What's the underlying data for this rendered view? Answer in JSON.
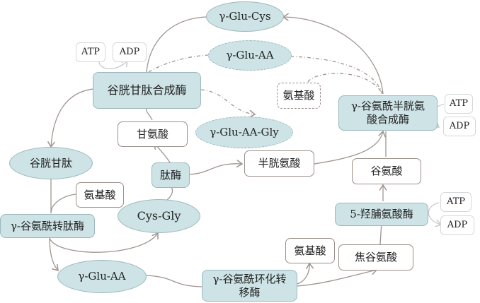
{
  "nodes": {
    "gamma_glu_cys": "γ-Glu-Cys",
    "gamma_glu_aa_top": "γ-Glu-AA",
    "atp_1": "ATP",
    "adp_1": "ADP",
    "glutathione_synthetase": "谷胱甘肽合成酶",
    "amino_acid_dashed": "氨基酸",
    "gamma_gcs": "γ-谷氨酰半胱氨酸合成酶",
    "atp_2": "ATP",
    "adp_2": "ADP",
    "glycine": "甘氨酸",
    "gamma_glu_aa_gly": "γ-Glu-AA-Gly",
    "glutathione": "谷胱甘肽",
    "peptidase": "肽酶",
    "cysteine": "半胱氨酸",
    "glutamate": "谷氨酸",
    "amino_acid_left": "氨基酸",
    "cys_gly": "Cys-Gly",
    "ggt": "γ-谷氨酰转肽酶",
    "oxoprolinase": "5-羟脯氨酸酶",
    "atp_3": "ATP",
    "adp_3": "ADP",
    "amino_acid_bottom": "氨基酸",
    "pyroglutamate": "焦谷氨酸",
    "gamma_glu_aa_bottom": "γ-Glu-AA",
    "ggct": "γ-谷氨酰环化转移酶"
  },
  "gamma_gcs_lines": [
    "γ-谷氨酰半胱氨",
    "酸合成酶"
  ],
  "ggct_lines": [
    "γ-谷氨酰环化转",
    "移酶"
  ],
  "colors": {
    "enzyme_fill": "#cde3e6",
    "enzyme_border": "#9bb8bd",
    "molecule_border": "#9a8f8b",
    "edge": "#a09590"
  }
}
